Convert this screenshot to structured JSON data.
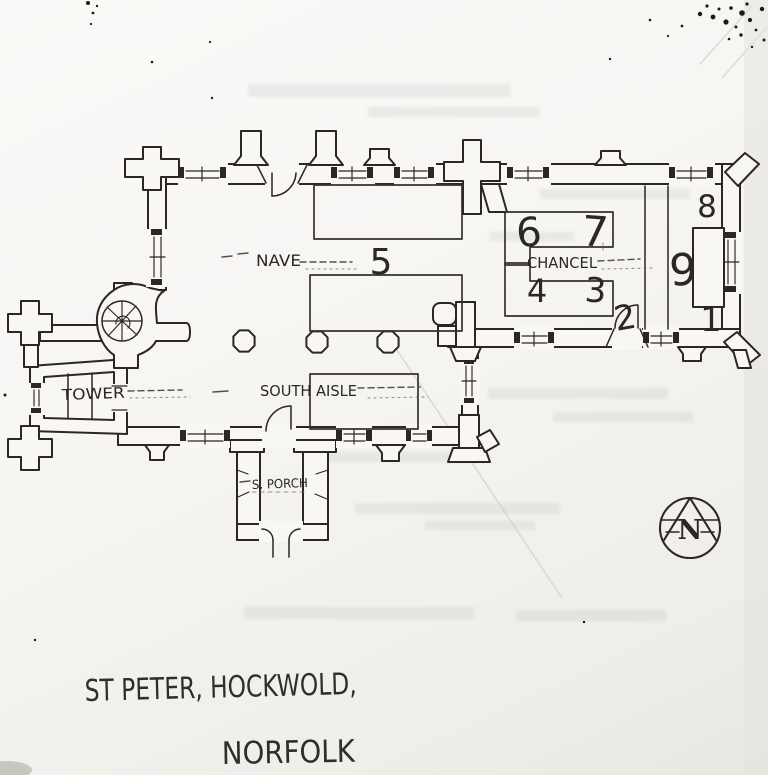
{
  "plan": {
    "labels": {
      "nave": "NAVE",
      "chancel": "CHANCEL",
      "tower": "TOWER",
      "south_aisle": "SOUTH AISLE",
      "south_porch": "S. PORCH"
    },
    "markers": {
      "m1": "1",
      "m2": "2",
      "m3": "3",
      "m4": "4",
      "m5": "5",
      "m6": "6",
      "m7": "7",
      "m8": "8",
      "m9": "9"
    },
    "compass": {
      "letter": "N"
    }
  },
  "caption": {
    "line1": "ST PETER, HOCKWOLD,",
    "line2": "NORFOLK"
  },
  "colors": {
    "ink": "#2b2722",
    "paper": "#f6f5f2"
  }
}
